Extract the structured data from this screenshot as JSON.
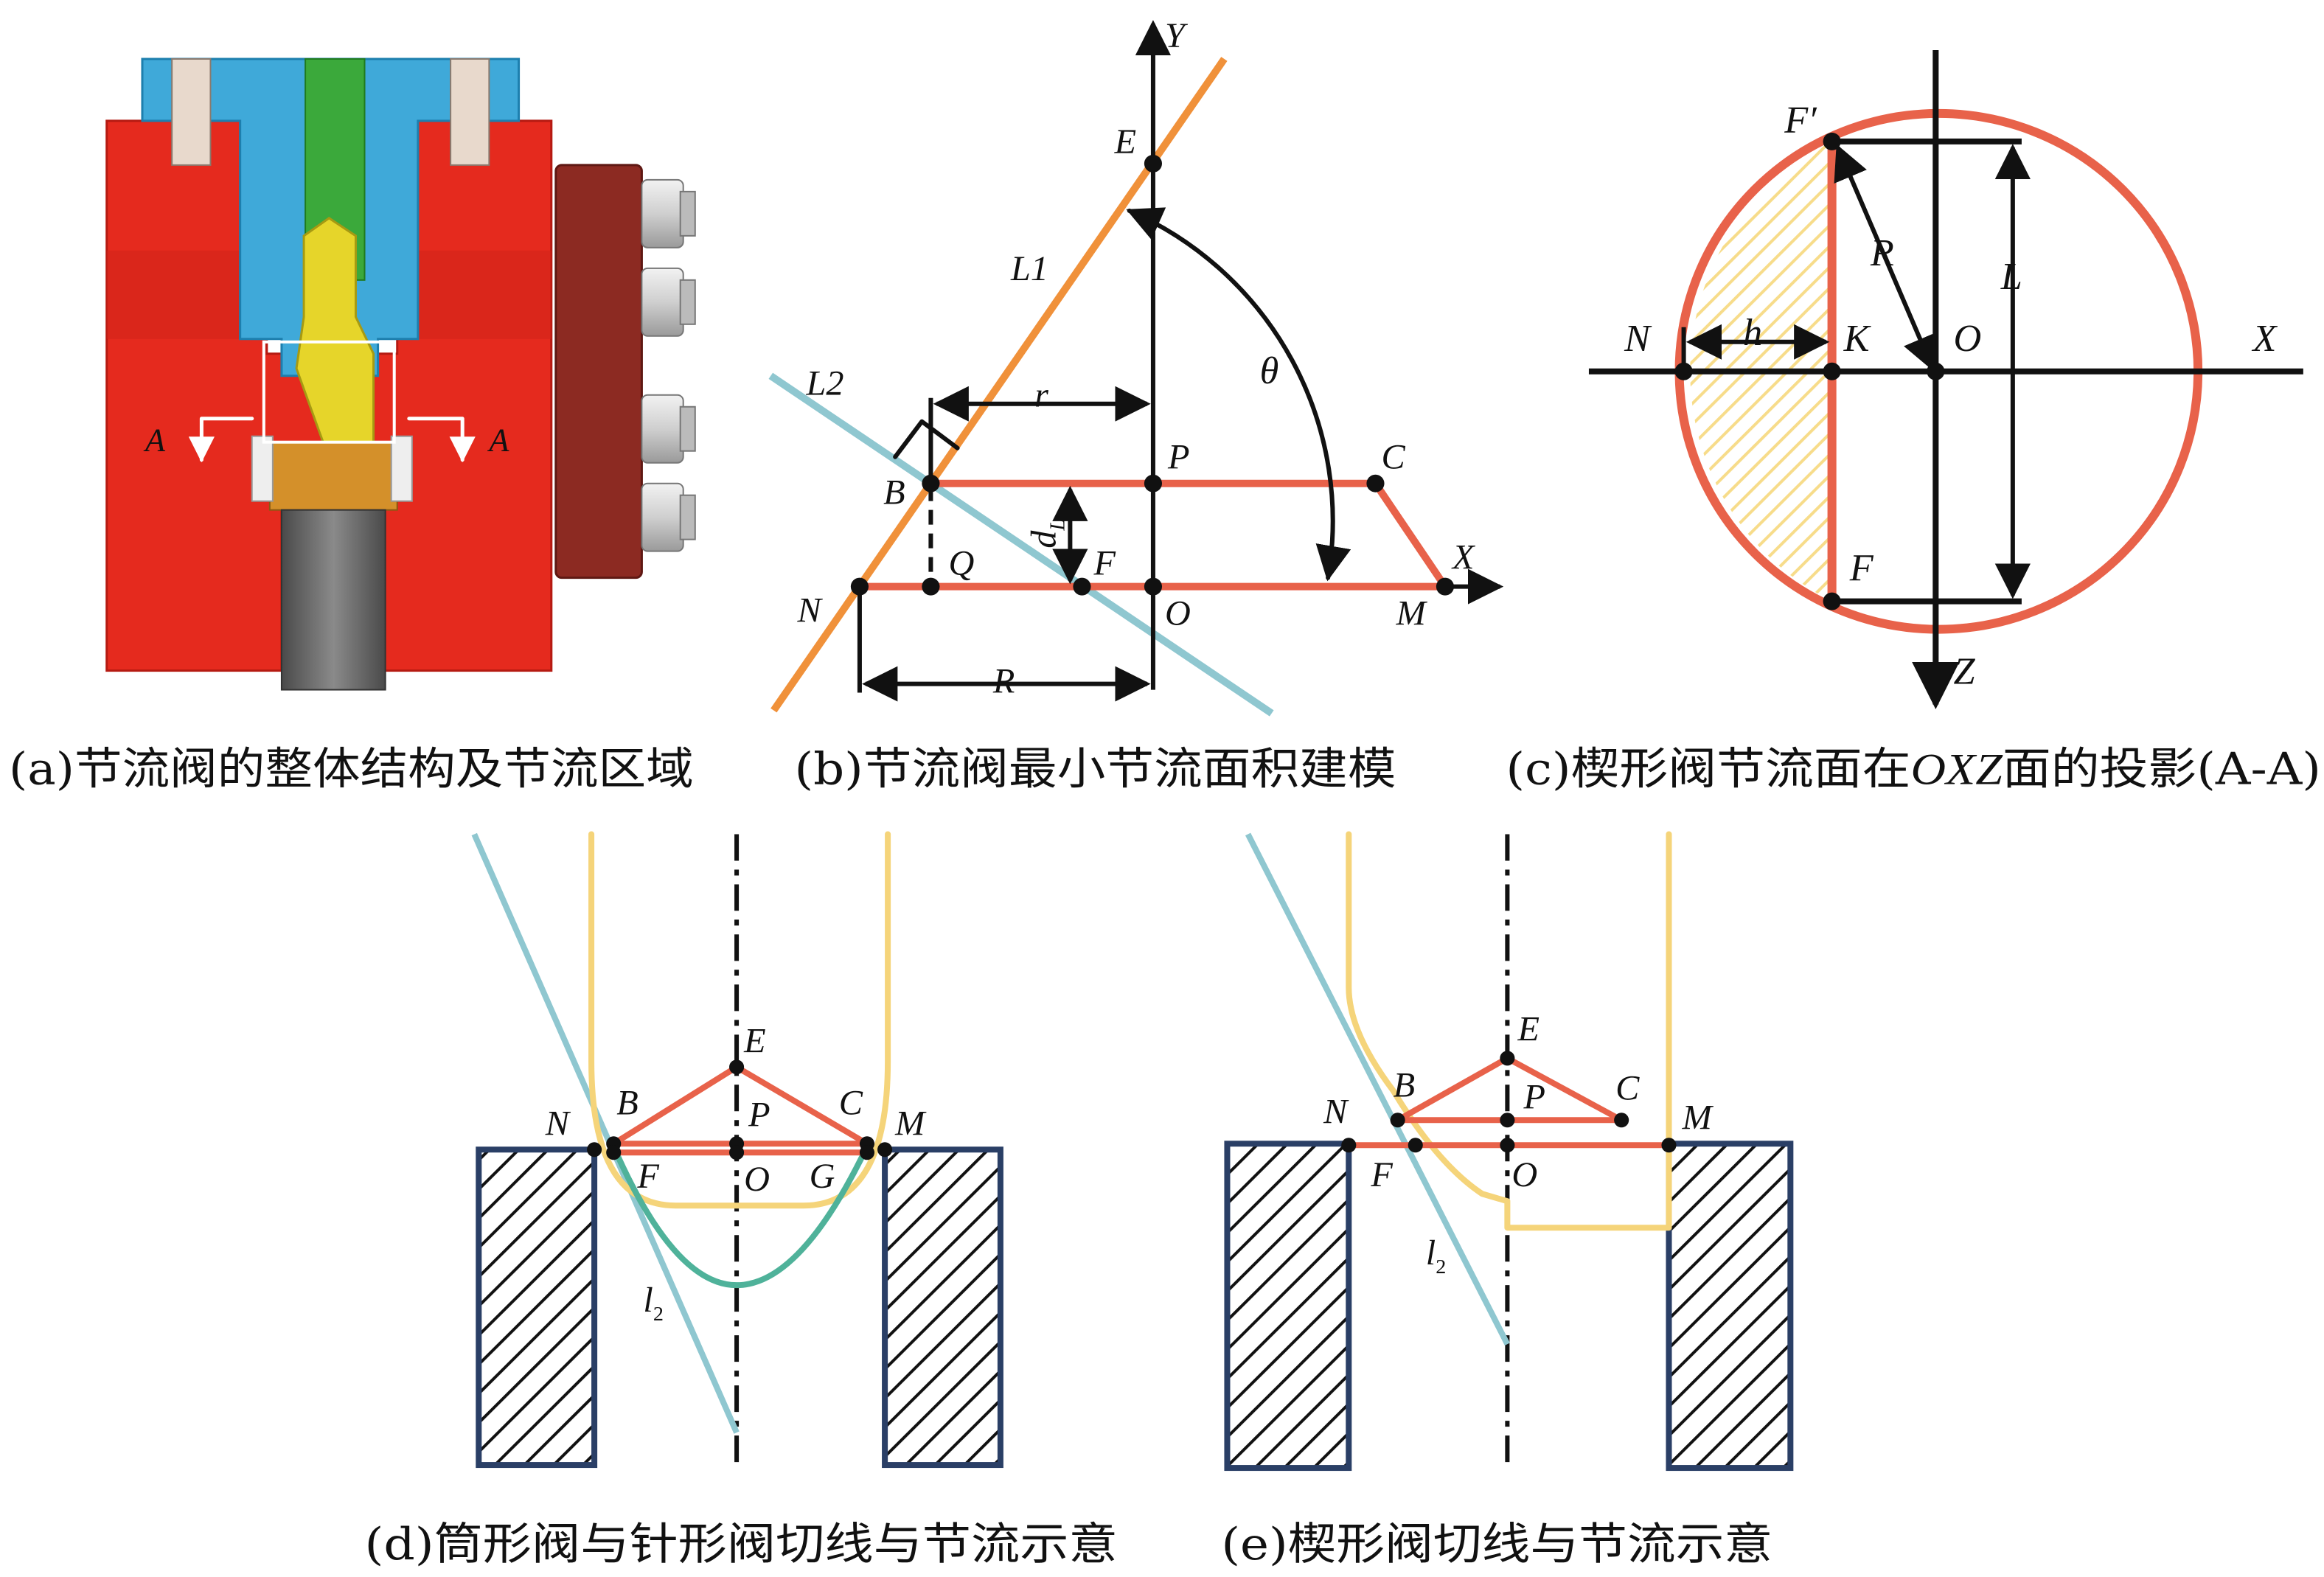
{
  "colors": {
    "black": "#111111",
    "red_line": "#E8624A",
    "orange_line": "#F0913A",
    "teal_line": "#8FC7D0",
    "yellow_line": "#F5D47A",
    "green_curve": "#4FB29A",
    "navy_block": "#2A3F66",
    "hatch_fill": "#F7DC8A",
    "valve_red": "#E52A1E",
    "valve_blue": "#3FA9D9",
    "valve_green": "#3BA93B",
    "valve_yellow": "#E6D52A",
    "flange_brown": "#8C2A22"
  },
  "panel_a": {
    "caption": "(a)节流阀的整体结构及节流区域",
    "section_marks": [
      "A",
      "A"
    ]
  },
  "panel_b": {
    "caption": "(b)节流阀最小节流面积建模",
    "axis_y": "Y",
    "axis_x": "X",
    "line1": "L1",
    "line2": "L2",
    "theta": "θ",
    "r": "r",
    "R": "R",
    "dl": "d",
    "dl_sub": "L",
    "points": {
      "E": "E",
      "P": "P",
      "C": "C",
      "B": "B",
      "Q": "Q",
      "F": "F",
      "N": "N",
      "O": "O",
      "M": "M"
    }
  },
  "panel_c": {
    "caption_pre": "(c)楔形阀节流面在",
    "caption_italic": "OXZ",
    "caption_post": "面的投影(A-A)",
    "axis_x": "X",
    "axis_z": "Z",
    "labels": {
      "F_prime": "F′",
      "R": "R",
      "L": "L",
      "N": "N",
      "h": "h",
      "K": "K",
      "O": "O",
      "F": "F"
    }
  },
  "panel_d": {
    "caption": "(d)筒形阀与针形阀切线与节流示意",
    "labels": {
      "E": "E",
      "B": "B",
      "P": "P",
      "C": "C",
      "N": "N",
      "M": "M",
      "F": "F",
      "O": "O",
      "G": "G",
      "l": "l",
      "l_sub": "2"
    }
  },
  "panel_e": {
    "caption": "(e)楔形阀切线与节流示意",
    "labels": {
      "E": "E",
      "B": "B",
      "P": "P",
      "C": "C",
      "N": "N",
      "M": "M",
      "F": "F",
      "O": "O",
      "l": "l",
      "l_sub": "2"
    }
  }
}
